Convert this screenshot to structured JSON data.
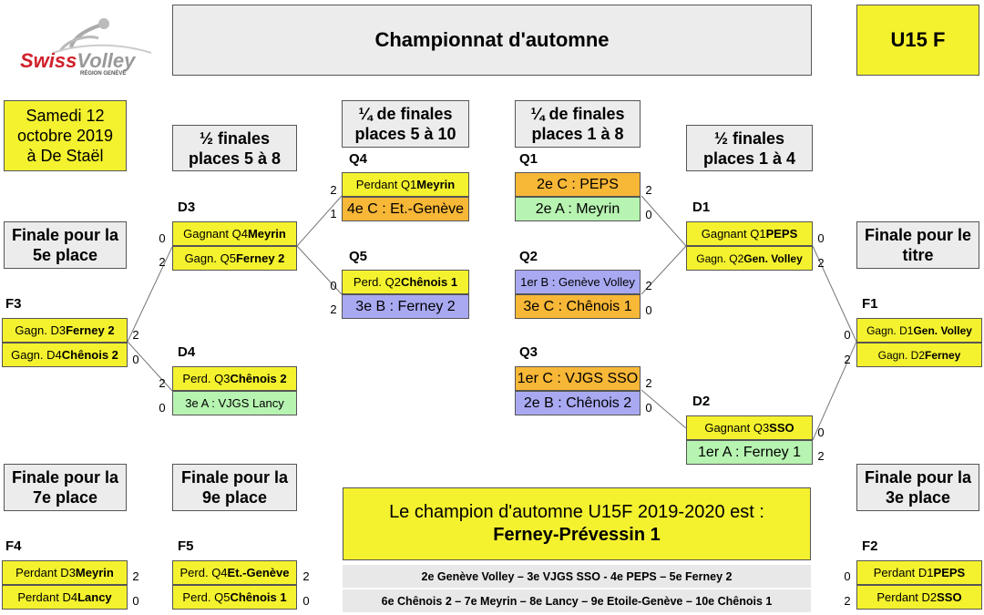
{
  "title": "Championnat d'automne",
  "category": "U15 F",
  "date_box": [
    "Samedi 12",
    "octobre 2019",
    "à De Staël"
  ],
  "logo": {
    "brand_a": "Swiss",
    "brand_b": "Volley",
    "sub": "RÉGION GENÈVE"
  },
  "headers": {
    "half_5_8": [
      "½ finales",
      "places 5 à 8"
    ],
    "qf_5_10": [
      "¼ de finales",
      "places 5 à 10"
    ],
    "qf_1_8": [
      "¼ de finales",
      "places 1 à 8"
    ],
    "half_1_4": [
      "½ finales",
      "places 1 à 4"
    ],
    "final_5": [
      "Finale pour la",
      "5e place"
    ],
    "final_title": [
      "Finale pour le",
      "titre"
    ],
    "final_7": [
      "Finale pour la",
      "7e place"
    ],
    "final_9": [
      "Finale pour la",
      "9e place"
    ],
    "final_3": [
      "Finale pour la",
      "3e place"
    ]
  },
  "matches": {
    "Q4": {
      "label": "Q4",
      "t1": {
        "pre": "Perdant Q1 ",
        "bold": "Meyrin",
        "score": "2"
      },
      "t2": {
        "pre": "4e C : Et.-Genève",
        "bold": "",
        "score": "1"
      }
    },
    "Q5": {
      "label": "Q5",
      "t1": {
        "pre": "Perd. Q2 ",
        "bold": "Chênois 1",
        "score": "0"
      },
      "t2": {
        "pre": "3e B : Ferney 2",
        "bold": "",
        "score": "2"
      }
    },
    "Q1": {
      "label": "Q1",
      "t1": {
        "pre": "2e C : PEPS",
        "bold": "",
        "score": "2"
      },
      "t2": {
        "pre": "2e A : Meyrin",
        "bold": "",
        "score": "0"
      }
    },
    "Q2": {
      "label": "Q2",
      "t1": {
        "pre": "1er B : Genève Volley",
        "bold": "",
        "score": "2"
      },
      "t2": {
        "pre": "3e C : Chênois 1",
        "bold": "",
        "score": "0"
      }
    },
    "Q3": {
      "label": "Q3",
      "t1": {
        "pre": "1er C : VJGS SSO",
        "bold": "",
        "score": "2"
      },
      "t2": {
        "pre": "2e B : Chênois 2",
        "bold": "",
        "score": "0"
      }
    },
    "D3": {
      "label": "D3",
      "t1": {
        "pre": "Gagnant Q4 ",
        "bold": "Meyrin",
        "score": "0"
      },
      "t2": {
        "pre": "Gagn. Q5 ",
        "bold": "Ferney 2",
        "score": "2"
      }
    },
    "D4": {
      "label": "D4",
      "t1": {
        "pre": "Perd. Q3 ",
        "bold": "Chênois 2",
        "score": "2"
      },
      "t2": {
        "pre": "3e A : VJGS Lancy",
        "bold": "",
        "score": "0"
      }
    },
    "D1": {
      "label": "D1",
      "t1": {
        "pre": "Gagnant Q1 ",
        "bold": "PEPS",
        "score": "0"
      },
      "t2": {
        "pre": "Gagn. Q2 ",
        "bold": "Gen. Volley",
        "score": "2"
      }
    },
    "D2": {
      "label": "D2",
      "t1": {
        "pre": "Gagnant Q3 ",
        "bold": "SSO",
        "score": "0"
      },
      "t2": {
        "pre": "1er A : Ferney 1",
        "bold": "",
        "score": "2"
      }
    },
    "F3": {
      "label": "F3",
      "t1": {
        "pre": "Gagn. D3 ",
        "bold": "Ferney 2",
        "score": "2"
      },
      "t2": {
        "pre": "Gagn. D4 ",
        "bold": "Chênois 2",
        "score": "0"
      }
    },
    "F1": {
      "label": "F1",
      "t1": {
        "pre": "Gagn. D1 ",
        "bold": "Gen. Volley",
        "score": "0"
      },
      "t2": {
        "pre": "Gagn. D2 ",
        "bold": "Ferney",
        "score": "2"
      }
    },
    "F4": {
      "label": "F4",
      "t1": {
        "pre": "Perdant D3 ",
        "bold": "Meyrin",
        "score": "2"
      },
      "t2": {
        "pre": "Perdant D4 ",
        "bold": "Lancy",
        "score": "0"
      }
    },
    "F5": {
      "label": "F5",
      "t1": {
        "pre": "Perd. Q4 ",
        "bold": "Et.-Genève",
        "score": "2"
      },
      "t2": {
        "pre": "Perd. Q5 ",
        "bold": "Chênois 1",
        "score": "0"
      }
    },
    "F2": {
      "label": "F2",
      "t1": {
        "pre": "Perdant D1 ",
        "bold": "PEPS",
        "score": "0"
      },
      "t2": {
        "pre": "Perdant D2 ",
        "bold": "SSO",
        "score": "2"
      }
    }
  },
  "champion": {
    "line1": "Le champion d'automne U15F 2019-2020 est :",
    "line2": "Ferney-Prévessin 1"
  },
  "ranking": {
    "line1": "2e Genève Volley – 3e VJGS SSO - 4e PEPS – 5e Ferney 2",
    "line2": "6e Chênois 2 – 7e Meyrin – 8e Lancy – 9e Etoile-Genève – 10e Chênois 1"
  }
}
